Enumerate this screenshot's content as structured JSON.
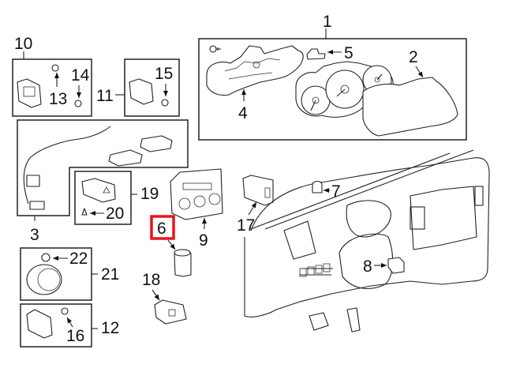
{
  "diagram": {
    "title": "Instrument cluster and dash switches parts diagram",
    "highlighted_callout": "6",
    "highlight_color": "#e8141b",
    "callouts": [
      {
        "id": "1",
        "text": "1"
      },
      {
        "id": "2",
        "text": "2"
      },
      {
        "id": "3",
        "text": "3"
      },
      {
        "id": "4",
        "text": "4"
      },
      {
        "id": "5",
        "text": "5"
      },
      {
        "id": "6",
        "text": "6"
      },
      {
        "id": "7",
        "text": "7"
      },
      {
        "id": "8",
        "text": "8"
      },
      {
        "id": "9",
        "text": "9"
      },
      {
        "id": "10",
        "text": "10"
      },
      {
        "id": "11",
        "text": "11"
      },
      {
        "id": "12",
        "text": "12"
      },
      {
        "id": "13",
        "text": "13"
      },
      {
        "id": "14",
        "text": "14"
      },
      {
        "id": "15",
        "text": "15"
      },
      {
        "id": "16",
        "text": "16"
      },
      {
        "id": "17",
        "text": "17"
      },
      {
        "id": "18",
        "text": "18"
      },
      {
        "id": "19",
        "text": "19"
      },
      {
        "id": "20",
        "text": "20"
      },
      {
        "id": "21",
        "text": "21"
      },
      {
        "id": "22",
        "text": "22"
      }
    ]
  }
}
